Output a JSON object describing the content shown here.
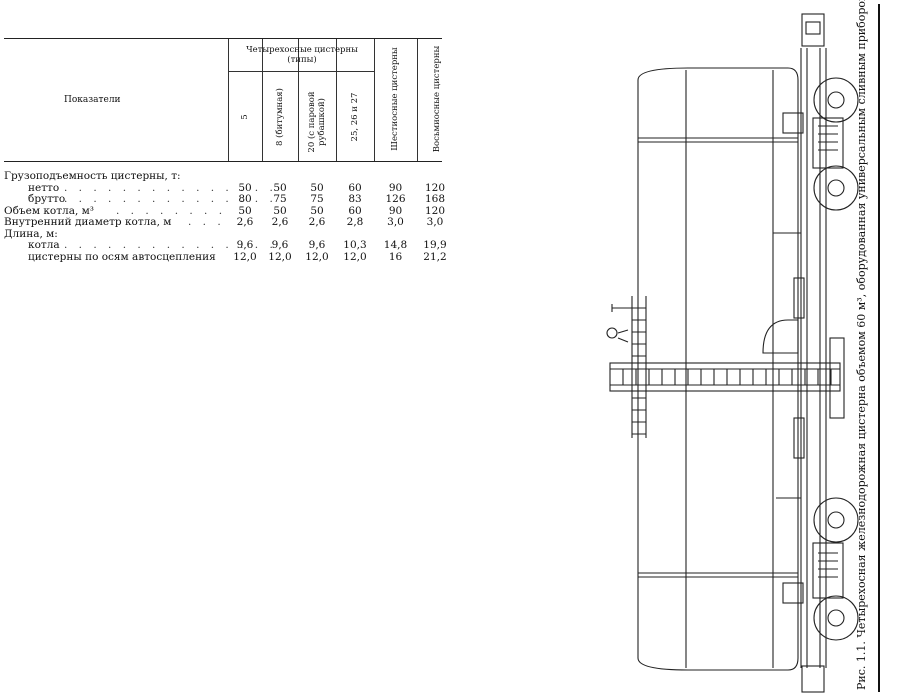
{
  "table": {
    "header": {
      "indicators": "Показатели",
      "four_axle": "Четырехосные цистерны\n(типы)",
      "types": [
        "5",
        "8 (битумная)",
        "20 (с паровой\nрубашкой)",
        "25, 26 и 27"
      ],
      "six_axle": "Шестиосные цистерны",
      "eight_axle": "Восьмиосные цистерны"
    },
    "rows": [
      {
        "label": "Грузоподъемность цистерны, т:",
        "values": [
          "",
          "",
          "",
          "",
          "",
          ""
        ]
      },
      {
        "label": "нетто",
        "indent": true,
        "dots": ". . . . . . . . . . . . . . .",
        "values": [
          "50",
          "50",
          "50",
          "60",
          "90",
          "120"
        ]
      },
      {
        "label": "брутто",
        "indent": true,
        "dots": ". . . . . . . . . . . . . . .",
        "values": [
          "80",
          "75",
          "75",
          "83",
          "126",
          "168"
        ]
      },
      {
        "label": "Объем котла, м³",
        "dots": ". . . . . . . .",
        "values": [
          "50",
          "50",
          "50",
          "60",
          "90",
          "120"
        ]
      },
      {
        "label": "Внутренний диаметр котла, м",
        "dots": ". . .",
        "values": [
          "2,6",
          "2,6",
          "2,6",
          "2,8",
          "3,0",
          "3,0"
        ]
      },
      {
        "label": "Длина, м:",
        "values": [
          "",
          "",
          "",
          "",
          "",
          ""
        ]
      },
      {
        "label": "котла",
        "indent": true,
        "dots": ". . . . . . . . . . . . . . .",
        "values": [
          "9,6",
          "9,6",
          "9,6",
          "10,3",
          "14,8",
          "19,9"
        ]
      },
      {
        "label": "цистерны по осям автосцепления",
        "indent": true,
        "dots": "",
        "values": [
          "12,0",
          "12,0",
          "12,0",
          "12,0",
          "16",
          "21,2"
        ]
      }
    ]
  },
  "caption": "Рис. 1.1. Четырехосная железнодорожная цистерна объемом 60 м³, оборудованная универсальным сливным прибором"
}
